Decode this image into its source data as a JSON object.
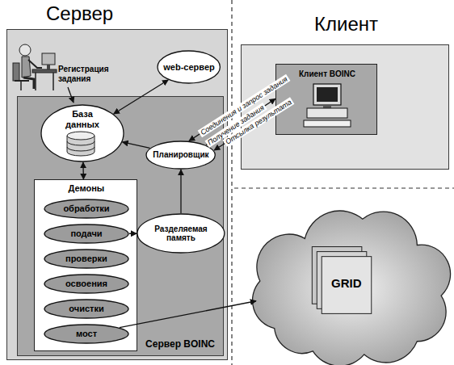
{
  "diagram": {
    "nodes": [
      {
        "text": [
          "Сервер"
        ]
      },
      {
        "text": [
          "web-сервер"
        ],
        "in": 0
      },
      {
        "text": [
          "Сервер BOINC"
        ],
        "in": 0
      },
      {
        "text": [
          "База данных"
        ],
        "in": 2
      },
      {
        "text": [
          "Планировщик"
        ],
        "in": 2
      },
      {
        "text": [
          "Демоны"
        ],
        "in": 2
      },
      {
        "text": [
          "обработки"
        ],
        "in": 5
      },
      {
        "text": [
          "подачи"
        ],
        "in": 5
      },
      {
        "text": [
          "проверки"
        ],
        "in": 5
      },
      {
        "text": [
          "освоения"
        ],
        "in": 5
      },
      {
        "text": [
          "очистки"
        ],
        "in": 5
      },
      {
        "text": [
          "мост"
        ],
        "in": 5
      },
      {
        "text": [
          "Разделяемая память"
        ],
        "in": 2
      },
      {
        "text": [
          "Клиент"
        ]
      },
      {
        "text": [
          "Клиент BOINC"
        ],
        "in": 13
      },
      {
        "text": [
          "GRID"
        ]
      }
    ],
    "edges": [
      {
        "from": 1,
        "to": 3,
        "arrow": "both"
      },
      {
        "from": 4,
        "to": 3,
        "arrow": "to"
      },
      {
        "from": 3,
        "to": 5,
        "arrow": "both"
      },
      {
        "from": 7,
        "to": 12,
        "arrow": "to"
      },
      {
        "from": 12,
        "to": 4,
        "arrow": "to"
      },
      {
        "from": 14,
        "to": 4,
        "label": "Соединения и запрос задания",
        "arrow": "to"
      },
      {
        "from": 4,
        "to": 14,
        "label": "Получение задания",
        "arrow": "to"
      },
      {
        "from": 14,
        "to": 4,
        "label": "Отсылка результата",
        "arrow": "to"
      },
      {
        "from": 11,
        "to": 15,
        "arrow": "to"
      }
    ],
    "labels": [
      "Регистрация задания"
    ]
  }
}
